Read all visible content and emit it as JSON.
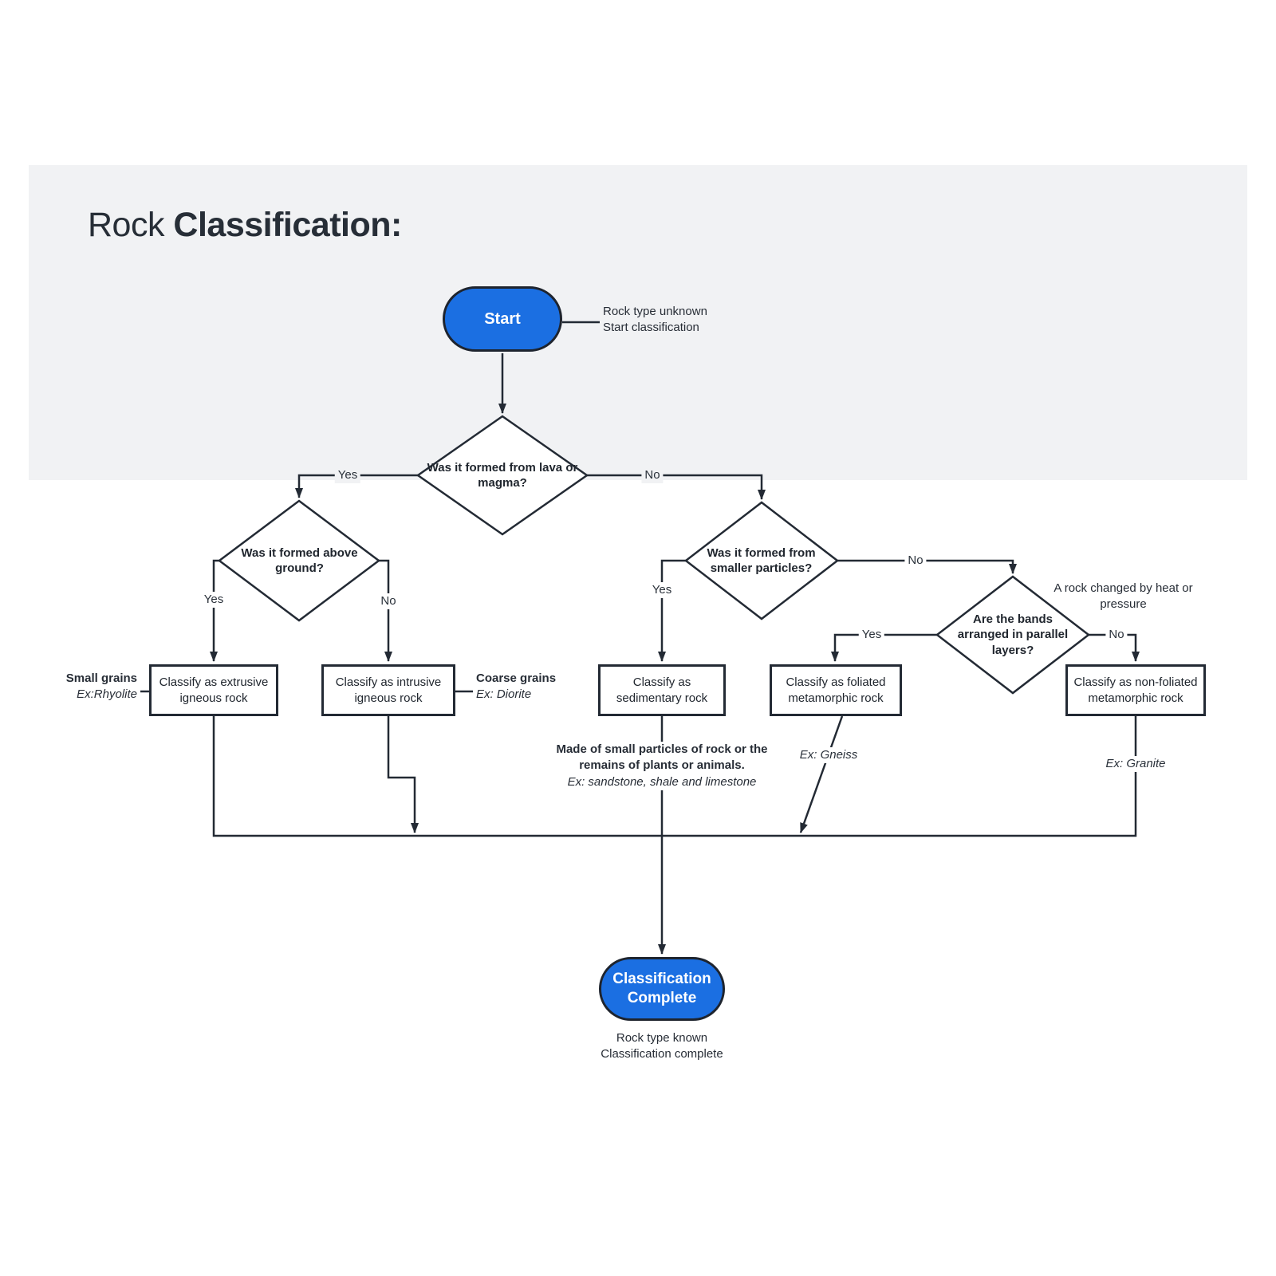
{
  "title": {
    "prefix": "Rock ",
    "emphasis": "Classification:"
  },
  "colors": {
    "accent_blue": "#1b6fe2",
    "band_gray": "#f1f2f4",
    "line_dark": "#232a34",
    "text_dark": "#232a33",
    "text_white": "#ffffff"
  },
  "start": {
    "label": "Start",
    "note": [
      "Rock type unknown",
      "Start classification"
    ]
  },
  "decisions": {
    "lava": {
      "question": "Was it formed from lava or magma?",
      "yes": "Yes",
      "no": "No"
    },
    "above_ground": {
      "question": "Was it formed above ground?",
      "yes": "Yes",
      "no": "No"
    },
    "smaller_particles": {
      "question": "Was it formed from smaller particles?",
      "yes": "Yes",
      "no": "No"
    },
    "parallel_bands": {
      "question": "Are the bands arranged in parallel layers?",
      "yes": "Yes",
      "no": "No",
      "note": "A rock changed by heat or pressure"
    }
  },
  "results": {
    "extrusive": {
      "label": "Classify as extrusive igneous rock",
      "annotation_bold": "Small grains",
      "annotation_example": "Ex:Rhyolite"
    },
    "intrusive": {
      "label": "Classify as intrusive igneous rock",
      "annotation_bold": "Coarse grains",
      "annotation_example": "Ex: Diorite"
    },
    "sedimentary": {
      "label": "Classify as sedimentary rock",
      "note_bold": "Made of small particles of rock or the remains of plants or animals.",
      "note_example": "Ex: sandstone, shale and limestone"
    },
    "foliated": {
      "label": "Classify as foliated metamorphic rock",
      "example": "Ex: Gneiss"
    },
    "non_foliated": {
      "label": "Classify as non-foliated metamorphic rock",
      "example": "Ex: Granite"
    }
  },
  "end": {
    "label": "Classification Complete",
    "caption": [
      "Rock type known",
      "Classification complete"
    ]
  }
}
